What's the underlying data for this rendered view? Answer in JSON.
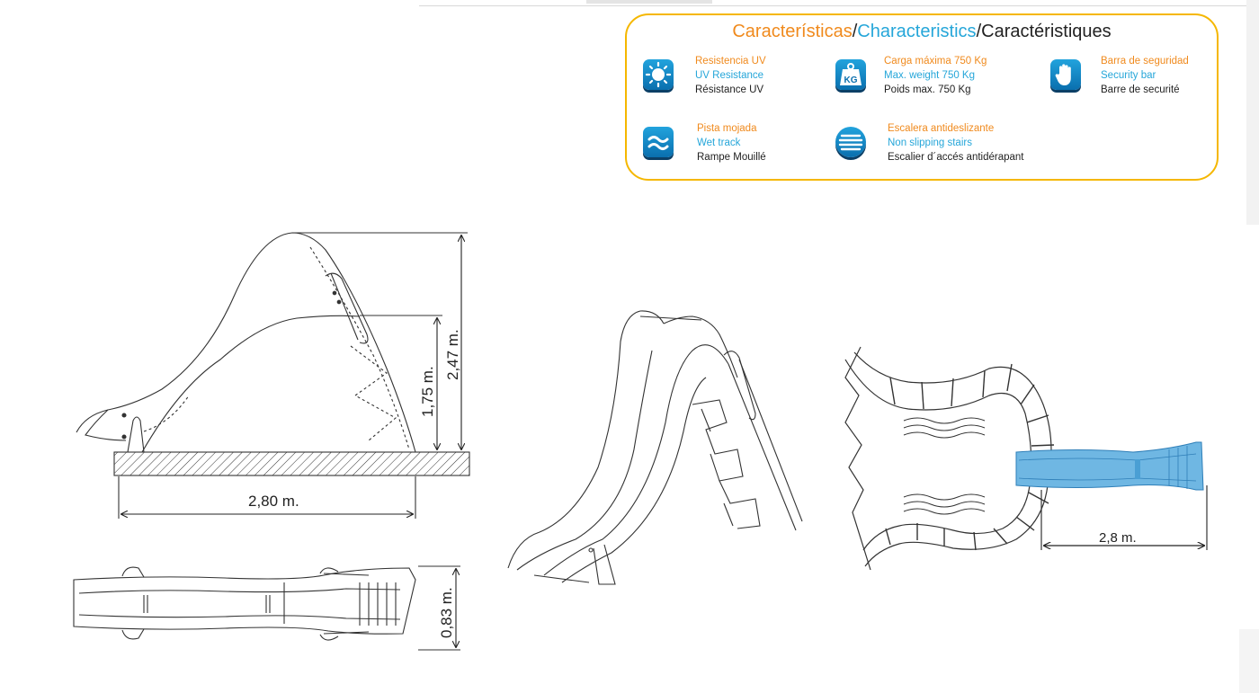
{
  "features": {
    "title_es": "Características",
    "sep1": "/",
    "title_en": "Characteristics",
    "sep2": "/",
    "title_fr": "Caractéristiques",
    "items": [
      {
        "icon": "sun-icon",
        "es": "Resistencia UV",
        "en": "UV Resistance",
        "fr": "Résistance UV"
      },
      {
        "icon": "kg-weight-icon",
        "es": "Carga máxima  750 Kg",
        "en": "Max. weight  750 Kg",
        "fr": "Poids max.  750 Kg"
      },
      {
        "icon": "hand-icon",
        "es": "Barra de seguridad",
        "en": "Security bar",
        "fr": "Barre de securité"
      },
      {
        "icon": "waves-icon",
        "es": "Pista mojada",
        "en": "Wet track",
        "fr": "Rampe Mouillé"
      },
      {
        "icon": "stairs-icon",
        "es": "Escalera antideslizante",
        "en": "Non slipping stairs",
        "fr": "Escalier d´accés antidérapant"
      }
    ],
    "colors": {
      "es": "#f08a1d",
      "en": "#25a6d9",
      "fr": "#222222",
      "frame": "#f5b700",
      "icon": "#1a8fd0"
    }
  },
  "dimensions": {
    "total_height": "2,47 m.",
    "slide_height": "1,75 m.",
    "length": "2,80 m.",
    "width": "0,83 m.",
    "pool_length": "2,8 m."
  }
}
